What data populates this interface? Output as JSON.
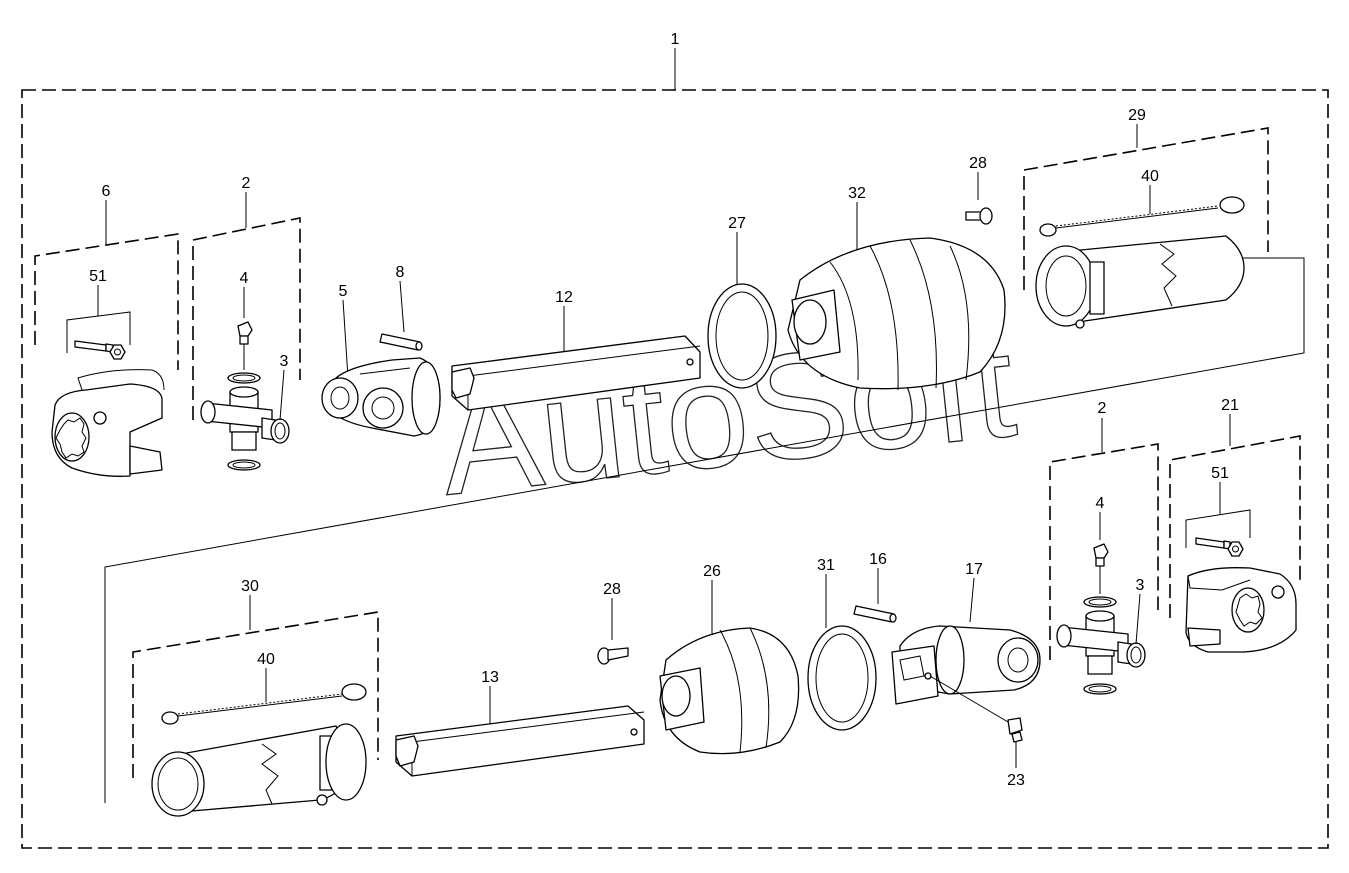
{
  "watermark": "AutoSoft",
  "labels": {
    "n1": "1",
    "n2a": "2",
    "n2b": "2",
    "n3a": "3",
    "n3b": "3",
    "n4a": "4",
    "n4b": "4",
    "n5": "5",
    "n6": "6",
    "n8": "8",
    "n12": "12",
    "n13": "13",
    "n16": "16",
    "n17": "17",
    "n21": "21",
    "n23": "23",
    "n26": "26",
    "n27": "27",
    "n28a": "28",
    "n28b": "28",
    "n29": "29",
    "n30": "30",
    "n31": "31",
    "n32": "32",
    "n40a": "40",
    "n40b": "40",
    "n51a": "51",
    "n51b": "51"
  }
}
